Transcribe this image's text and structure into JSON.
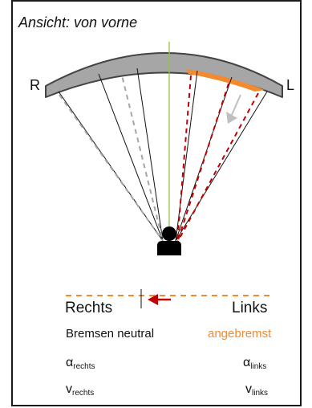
{
  "view_label": "Ansicht: von vorne",
  "side_right_marker": "R",
  "side_left_marker": "L",
  "legend": {
    "right_title": "Rechts",
    "left_title": "Links",
    "right_state": "Bremsen neutral",
    "left_state": "angebremst",
    "alpha_symbol": "α",
    "alpha_right_sub": "rechts",
    "alpha_left_sub": "links",
    "v_symbol": "v",
    "v_right_sub": "rechts",
    "v_left_sub": "links"
  },
  "colors": {
    "canopy": "#a6a6a6",
    "brake_accent": "#f28a30",
    "brake_lines": "#c00000",
    "neutral_lines": "#a6a6a6",
    "center_axis": "#8cc63f",
    "turn_arrow": "#c00000"
  },
  "icons": {
    "pilot": "pilot-icon",
    "turn_direction": "arrow-left-icon",
    "deflection": "arrow-down-icon"
  }
}
